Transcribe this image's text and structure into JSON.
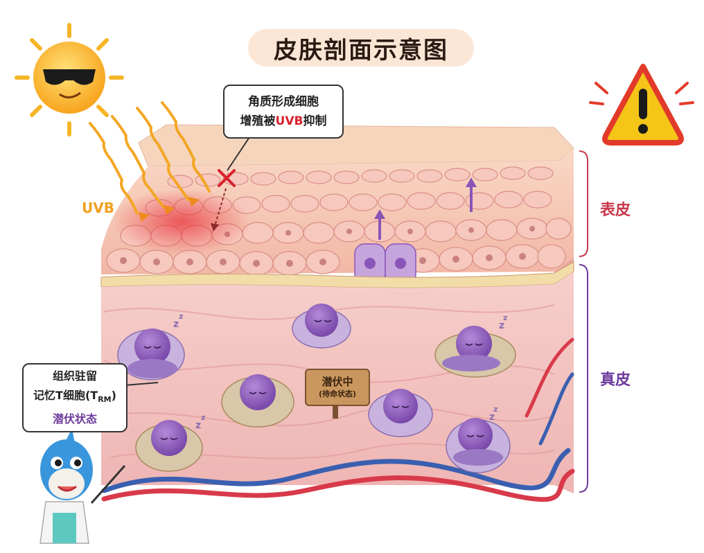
{
  "title": "皮肤剖面示意图",
  "uvb_label": "UVB",
  "top_callout": {
    "line1": "角质形成细胞",
    "line2_prefix": "增殖被",
    "line2_highlight": "UVB",
    "line2_suffix": "抑制"
  },
  "left_callout": {
    "line1": "组织驻留",
    "line2_prefix": "记忆T细胞(T",
    "line2_sub": "RM",
    "line2_suffix": ")",
    "line3": "潜伏状态"
  },
  "sign": {
    "line1": "潜伏中",
    "line2": "(待命状态)"
  },
  "layers": {
    "epidermis": "表皮",
    "dermis": "真皮"
  },
  "sleep_glyph": "z",
  "colors": {
    "uvb": "#f0a020",
    "highlight_red": "#d8202c",
    "epidermis_label": "#c8384a",
    "dermis_label": "#6d3a9c",
    "cell_purple": "#8a55b8",
    "warning_red": "#e23a2a",
    "warning_fill": "#f5c518"
  },
  "icons": [
    "sun-sunglasses-icon",
    "warning-icon",
    "mascot-doctor-icon",
    "pointer-stick-icon",
    "inhibit-cross-icon",
    "up-arrow-icon",
    "sleeping-cell-icon"
  ]
}
